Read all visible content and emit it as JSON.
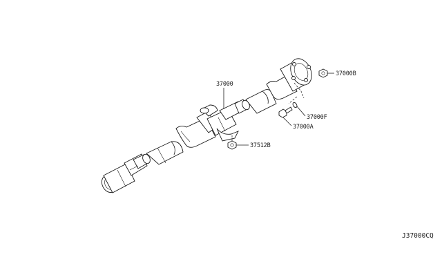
{
  "diagram": {
    "labels": {
      "main_shaft": "37000",
      "nut_top": "37000B",
      "washer": "37000F",
      "bolt": "37000A",
      "bracket_nut": "37512B"
    },
    "diagram_code": "J37000CQ"
  }
}
